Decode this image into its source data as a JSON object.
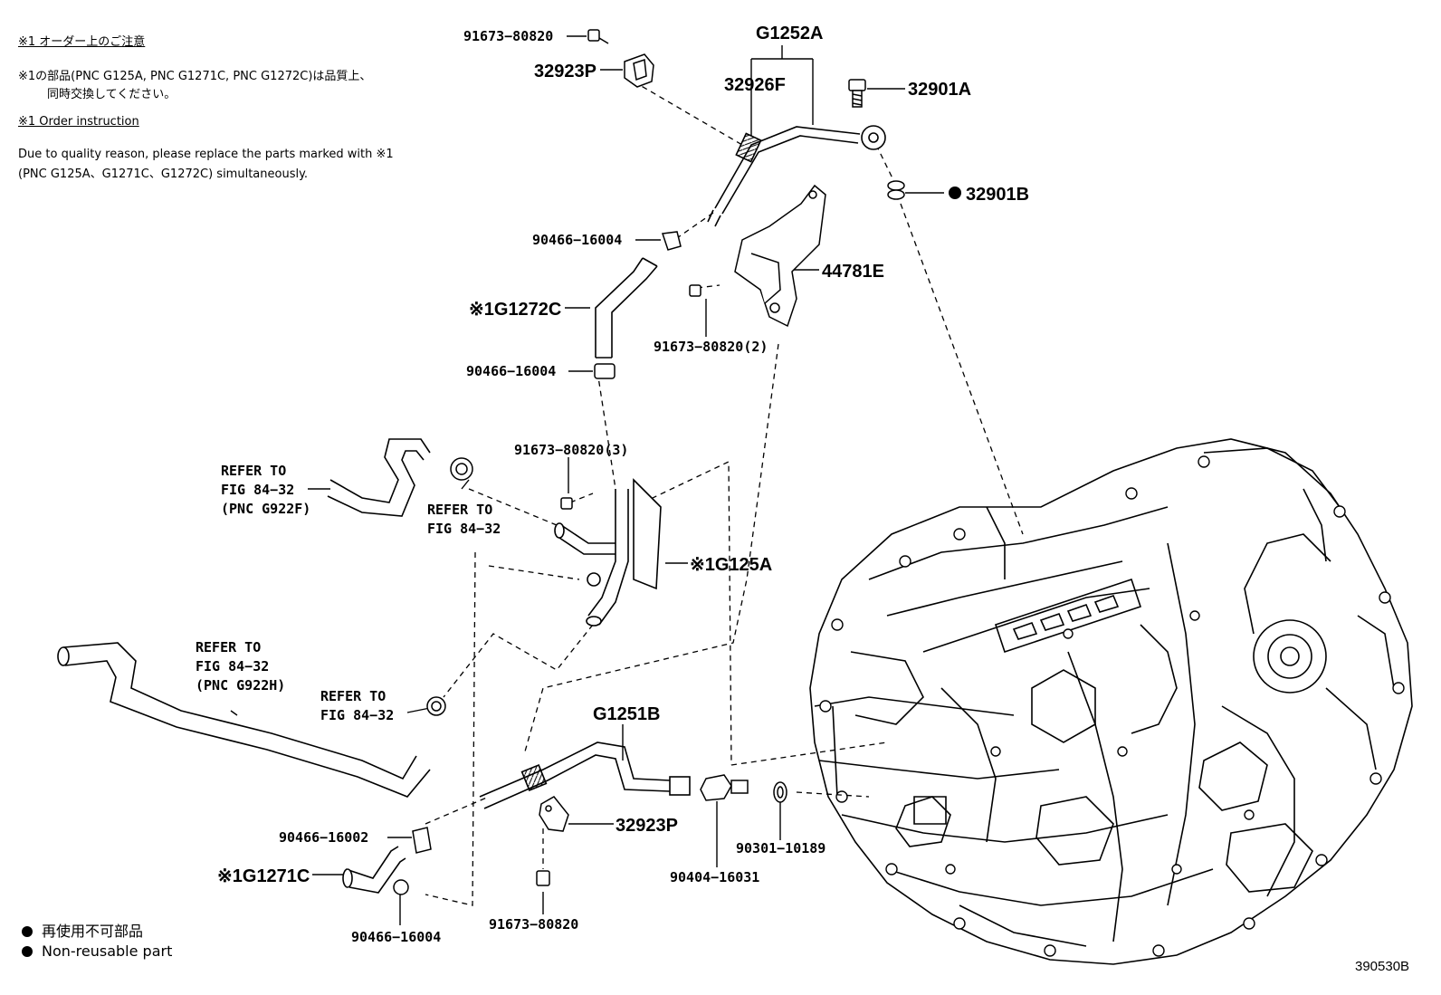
{
  "notes": {
    "jp_title": "※1 オーダー上のご注意",
    "jp_line1": "※1の部品(PNC G125A, PNC G1271C, PNC G1272C)は品質上、",
    "jp_line2": "同時交換してください。",
    "en_title": "※1 Order instruction",
    "en_line1": "Due to quality reason, please replace the parts marked with ※1",
    "en_line2": "(PNC G125A、G1271C、G1272C)  simultaneously."
  },
  "legend": {
    "jp": "再使用不可部品",
    "en": "Non-reusable part"
  },
  "figure_id": "390530B",
  "callouts": {
    "c_91673_80820_top": "91673−80820",
    "c_g1252a": "G1252A",
    "c_32923p_top": "32923P",
    "c_32926f": "32926F",
    "c_32901a": "32901A",
    "c_32901b": "32901B",
    "c_90466_16004_a": "90466−16004",
    "c_44781e": "44781E",
    "c_g1272c": "※1G1272C",
    "c_91673_80820_2": "91673−80820(2)",
    "c_90466_16004_b": "90466−16004",
    "c_91673_80820_3": "91673−80820(3)",
    "c_g125a": "※1G125A",
    "c_g1251b": "G1251B",
    "c_32923p_bot": "32923P",
    "c_90466_16002": "90466−16002",
    "c_g1271c": "※1G1271C",
    "c_90404_16031": "90404−16031",
    "c_90301_10189": "90301−10189",
    "c_90466_16004_c": "90466−16004",
    "c_91673_80820_bot": "91673−80820"
  },
  "refs": {
    "r1_l1": "REFER TO",
    "r1_l2": "FIG 84−32",
    "r1_l3": "(PNC G922F)",
    "r2_l1": "REFER TO",
    "r2_l2": "FIG 84−32",
    "r3_l1": "REFER TO",
    "r3_l2": "FIG 84−32",
    "r3_l3": "(PNC G922H)",
    "r4_l1": "REFER TO",
    "r4_l2": "FIG 84−32"
  }
}
